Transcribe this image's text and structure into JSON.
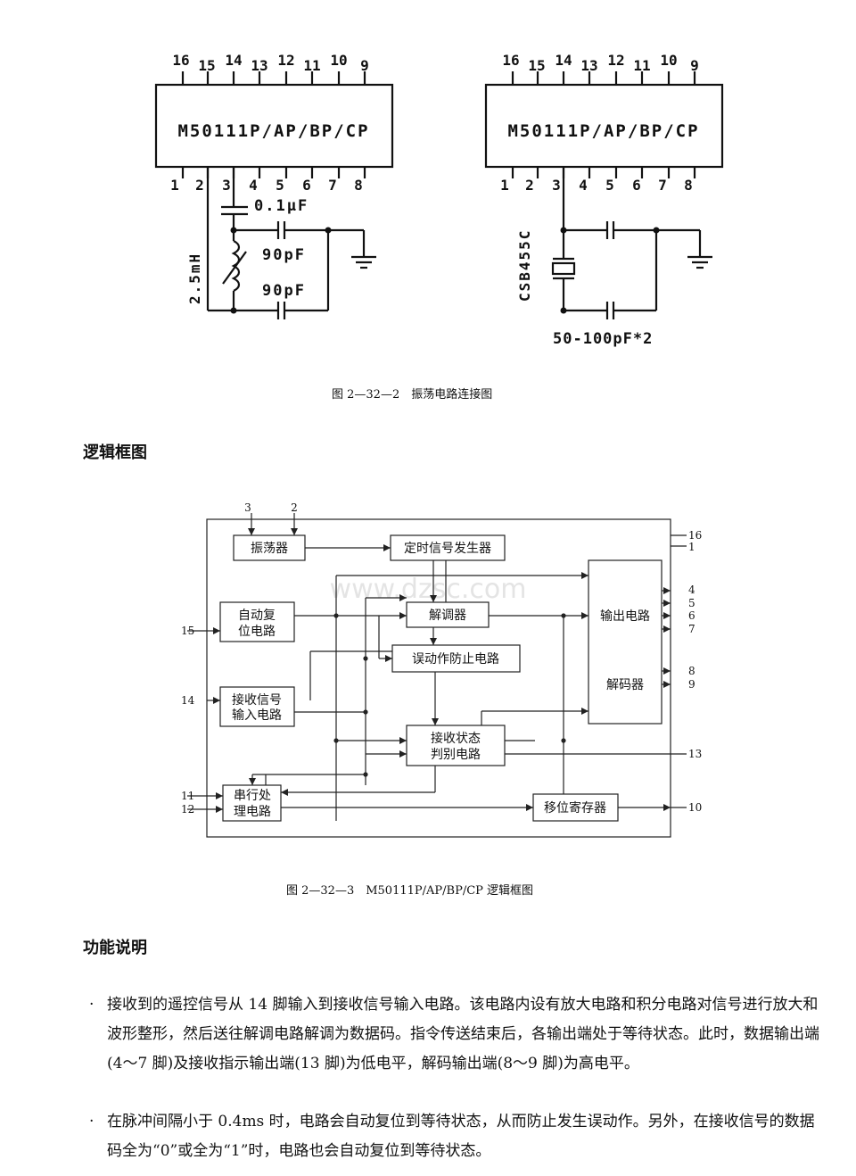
{
  "fig1": {
    "left_chip": {
      "label": "M50111P/AP/BP/CP",
      "top_pins": [
        "16",
        "15",
        "14",
        "13",
        "12",
        "11",
        "10",
        "9"
      ],
      "bottom_pins": [
        "1",
        "2",
        "3",
        "4",
        "5",
        "6",
        "7",
        "8"
      ],
      "cap1": "0.1μF",
      "inductor": "2.5mH",
      "cap2": "90pF",
      "cap3": "90pF"
    },
    "right_chip": {
      "label": "M50111P/AP/BP/CP",
      "top_pins": [
        "16",
        "15",
        "14",
        "13",
        "12",
        "11",
        "10",
        "9"
      ],
      "bottom_pins": [
        "1",
        "2",
        "3",
        "4",
        "5",
        "6",
        "7",
        "8"
      ],
      "resonator": "CSB455C",
      "caps": "50-100pF*2"
    },
    "caption": "图 2—32—2　振荡电路连接图"
  },
  "section_logic": "逻辑框图",
  "fig2": {
    "blocks": {
      "osc": "振荡器",
      "timing": "定时信号发生器",
      "reset_1": "自动复",
      "reset_2": "位电路",
      "demod": "解调器",
      "misop": "误动作防止电路",
      "recv_in_1": "接收信号",
      "recv_in_2": "输入电路",
      "recv_state_1": "接收状态",
      "recv_state_2": "判别电路",
      "serial_1": "串行处",
      "serial_2": "理电路",
      "shift": "移位寄存器",
      "output": "输出电路",
      "decoder": "解码器"
    },
    "pins": {
      "p3": "3",
      "p2": "2",
      "p16": "16",
      "p1": "1",
      "p4": "4",
      "p5": "5",
      "p6": "6",
      "p7": "7",
      "p8": "8",
      "p9": "9",
      "p13": "13",
      "p10": "10",
      "p15": "15",
      "p14": "14",
      "p11": "11",
      "p12": "12"
    },
    "watermark": "www.dzsc.com",
    "caption": "图 2—32—3　M50111P/AP/BP/CP 逻辑框图"
  },
  "section_func": "功能说明",
  "bullets": [
    "接收到的遥控信号从 14 脚输入到接收信号输入电路。该电路内设有放大电路和积分电路对信号进行放大和波形整形，然后送往解调电路解调为数据码。指令传送结束后，各输出端处于等待状态。此时，数据输出端(4～7 脚)及接收指示输出端(13 脚)为低电平，解码输出端(8～9 脚)为高电平。",
    "在脉冲间隔小于 0.4ms 时，电路会自动复位到等待状态，从而防止发生误动作。另外，在接收信号的数据码全为“0”或全为“1”时，电路也会自动复位到等待状态。"
  ],
  "bullet_mark": "·"
}
